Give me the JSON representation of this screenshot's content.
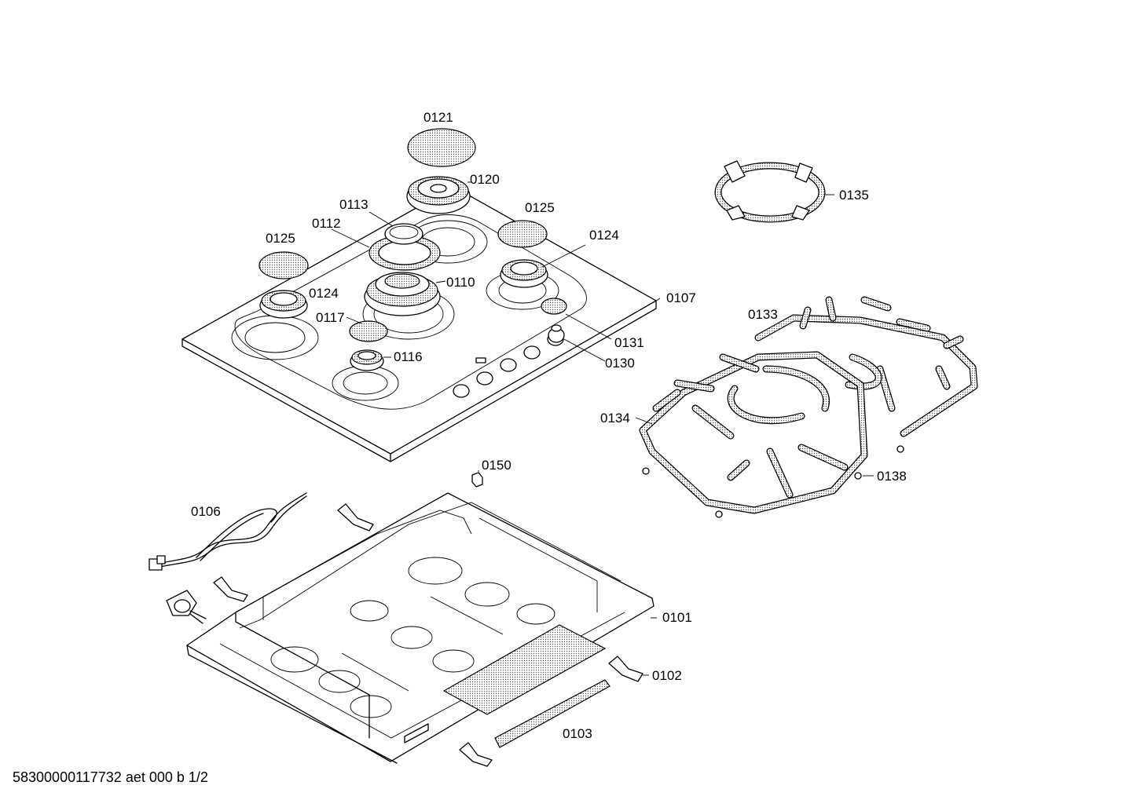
{
  "document_id": "58300000117732 aet 000 b 1/2",
  "labels": {
    "l0121": "0121",
    "l0120": "0120",
    "l0113": "0113",
    "l0112": "0112",
    "l0125a": "0125",
    "l0125b": "0125",
    "l0124a": "0124",
    "l0124b": "0124",
    "l0110": "0110",
    "l0117": "0117",
    "l0116": "0116",
    "l0107": "0107",
    "l0131": "0131",
    "l0130": "0130",
    "l0135": "0135",
    "l0133": "0133",
    "l0134": "0134",
    "l0138": "0138",
    "l0150": "0150",
    "l0106": "0106",
    "l0101": "0101",
    "l0102": "0102",
    "l0103": "0103"
  }
}
